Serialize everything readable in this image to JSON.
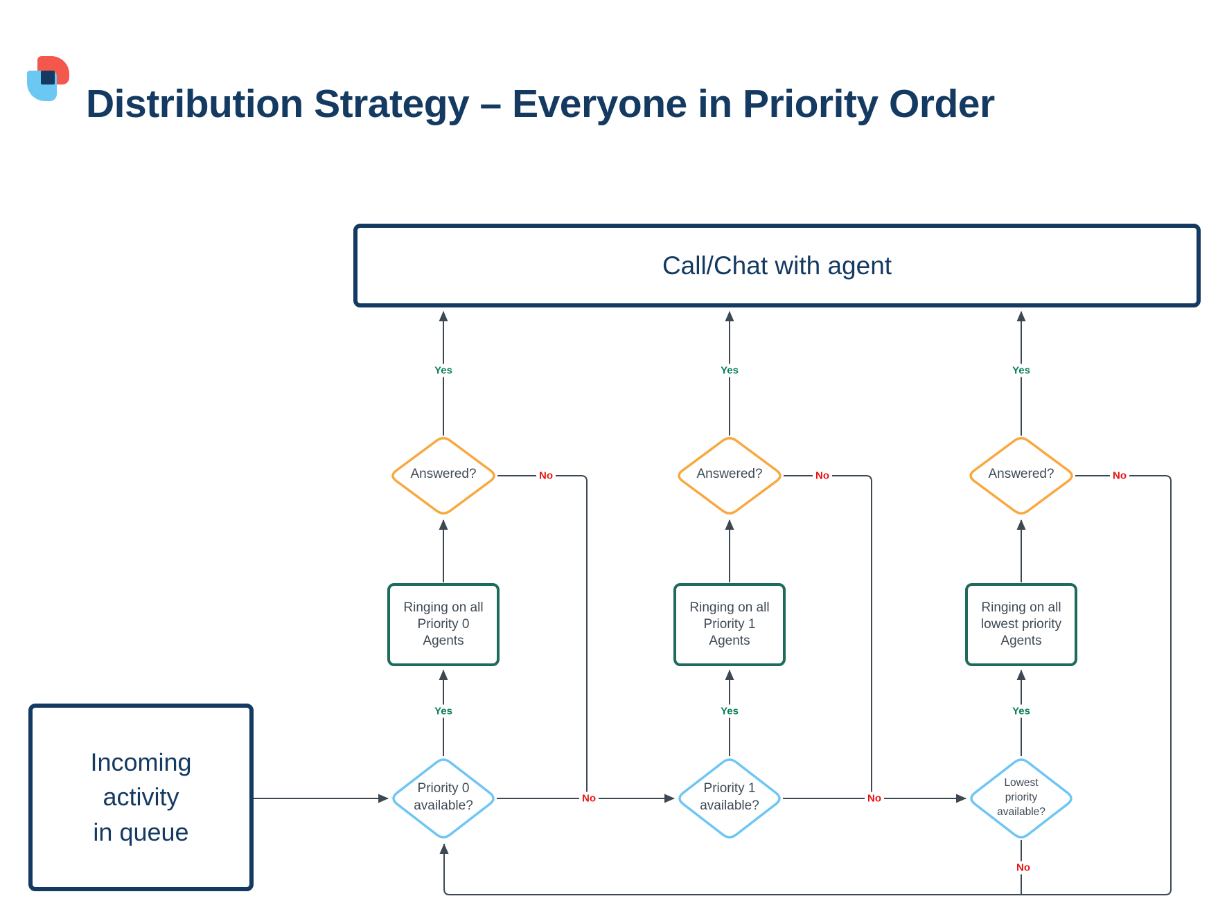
{
  "title": "Distribution Strategy – Everyone in Priority Order",
  "logo": {
    "red": "#F4574C",
    "blue": "#6AC8F3",
    "navy": "#143A62"
  },
  "colors": {
    "navy": "#143A62",
    "orange": "#F9A83F",
    "teal": "#1E6A5C",
    "sky": "#6FC6F5",
    "line": "#3D4853",
    "green": "#087D5A",
    "red": "#E81212",
    "ink": "#3F4A55"
  },
  "nodes": {
    "call_chat": "Call/Chat with agent",
    "incoming": [
      "Incoming",
      "activity",
      "in queue"
    ],
    "columns": [
      {
        "answered": "Answered?",
        "ringing": [
          "Ringing on all",
          "Priority 0",
          "Agents"
        ],
        "available": [
          "Priority 0",
          "available?"
        ]
      },
      {
        "answered": "Answered?",
        "ringing": [
          "Ringing on all",
          "Priority 1",
          "Agents"
        ],
        "available": [
          "Priority 1",
          "available?"
        ]
      },
      {
        "answered": "Answered?",
        "ringing": [
          "Ringing on all",
          "lowest priority",
          "Agents"
        ],
        "available": [
          "Lowest",
          "priority",
          "available?"
        ]
      }
    ]
  },
  "labels": {
    "yes": "Yes",
    "no": "No"
  }
}
